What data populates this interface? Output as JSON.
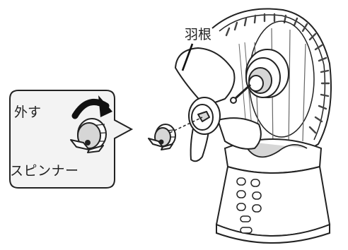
{
  "labels": {
    "blade": "羽根",
    "remove": "外す",
    "spinner": "スピンナー"
  },
  "colors": {
    "stroke": "#222222",
    "fill": "#ffffff",
    "shade": "#d6d6d6",
    "callout_fill": "#f3f3f3",
    "grille": "#444444"
  },
  "icons": {
    "remove_arrow": "curved-arrow-right-icon"
  }
}
